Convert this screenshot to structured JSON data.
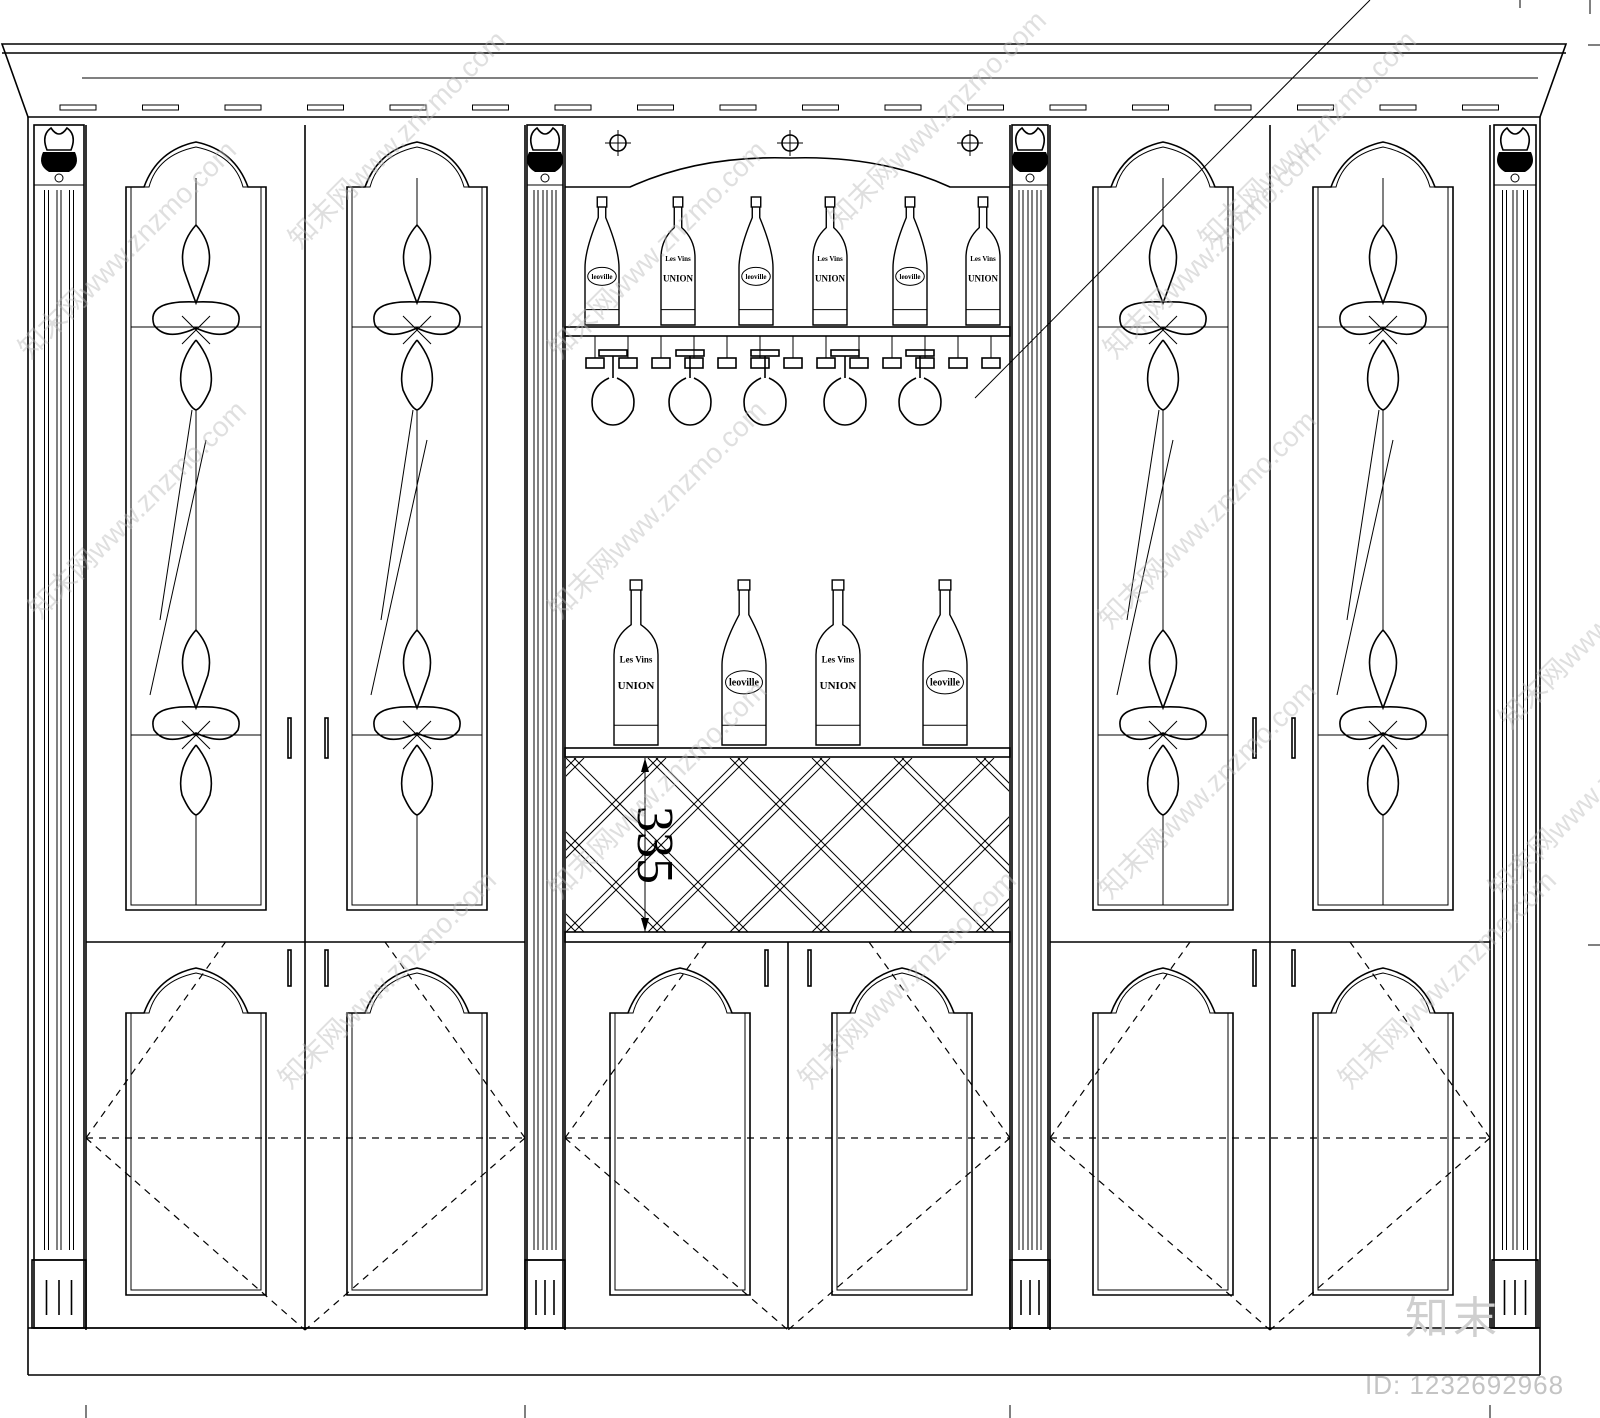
{
  "drawing": {
    "dimension_label": "335",
    "bottle_brand_a": {
      "line1": "Les Vins",
      "line2": "UNION"
    },
    "bottle_brand_b": "leoville",
    "watermark_text": "www.znzmo.com",
    "watermark_brand": "知末网"
  },
  "overlay": {
    "brand_mark": "知末",
    "image_id": "ID: 1232692968"
  },
  "colors": {
    "line": "#000000",
    "background": "#ffffff",
    "watermark": "#c4c4c4"
  }
}
